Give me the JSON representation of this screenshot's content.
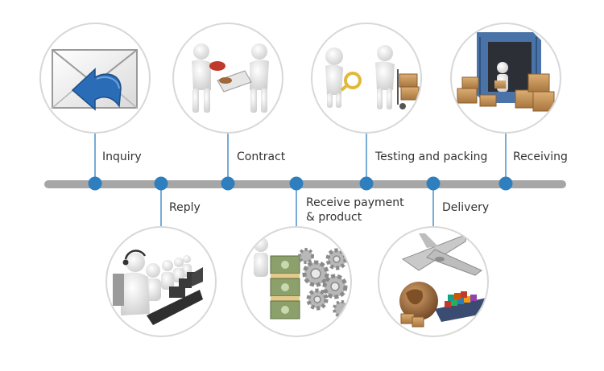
{
  "timeline": {
    "steps": [
      {
        "label": "Inquiry"
      },
      {
        "label": "Reply"
      },
      {
        "label": "Contract"
      },
      {
        "label": "Receive payment\n& product"
      },
      {
        "label": "Testing and packing"
      },
      {
        "label": "Delivery"
      },
      {
        "label": "Receiving"
      }
    ]
  },
  "colors": {
    "timeline_bar": "#a6a6a6",
    "node": "#2f7fbf",
    "connector": "#4a90c8",
    "circle_border": "#d8d8d8",
    "text": "#333333",
    "envelope": "#f4f4f4",
    "envelope_arrow": "#2a6cb5",
    "figure": "#f2f2f2",
    "box": "#c8965a",
    "money": "#8ba06a",
    "gear": "#b8b8b8",
    "plane": "#c9c9c9",
    "earth": "#9b6a3c"
  },
  "icons": [
    "envelope-reply-icon",
    "call-center-agents-icon",
    "contract-handover-icon",
    "money-and-gears-icon",
    "magnifier-handtruck-icon",
    "airplane-globe-ship-icon",
    "container-boxes-icon"
  ]
}
